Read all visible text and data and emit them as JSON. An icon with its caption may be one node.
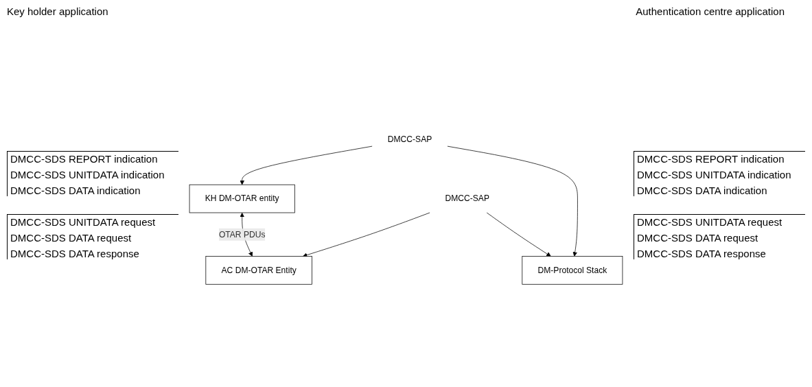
{
  "diagram": {
    "nodes": [
      {
        "text": [
          "KH DM-OTAR entity"
        ]
      },
      {
        "text": [
          "AC DM-OTAR Entity"
        ]
      },
      {
        "text": [
          "DMCC-SAP"
        ]
      },
      {
        "text": [
          "DMCC-SAP"
        ]
      },
      {
        "text": [
          "DM-Protocol Stack"
        ]
      }
    ],
    "edges": [
      {
        "from": 0,
        "to": 1,
        "arrow": "both",
        "label": "OTAR PDUs"
      },
      {
        "from": 2,
        "to": 0,
        "arrow": "to"
      },
      {
        "from": 2,
        "to": 4,
        "arrow": "to"
      },
      {
        "from": 3,
        "to": 1,
        "arrow": "to"
      },
      {
        "from": 3,
        "to": 4,
        "arrow": "to"
      }
    ],
    "labels": [
      "Key holder application",
      "Authentication centre application",
      "DMCC-SDS REPORT indication",
      "DMCC-SDS UNITDATA indication",
      "DMCC-SDS DATA indication",
      "DMCC-SDS UNITDATA request",
      "DMCC-SDS DATA request",
      "DMCC-SDS DATA response",
      "DMCC-SDS REPORT indication",
      "DMCC-SDS UNITDATA indication",
      "DMCC-SDS DATA indication",
      "DMCC-SDS UNITDATA request",
      "DMCC-SDS DATA request",
      "DMCC-SDS DATA response"
    ]
  }
}
